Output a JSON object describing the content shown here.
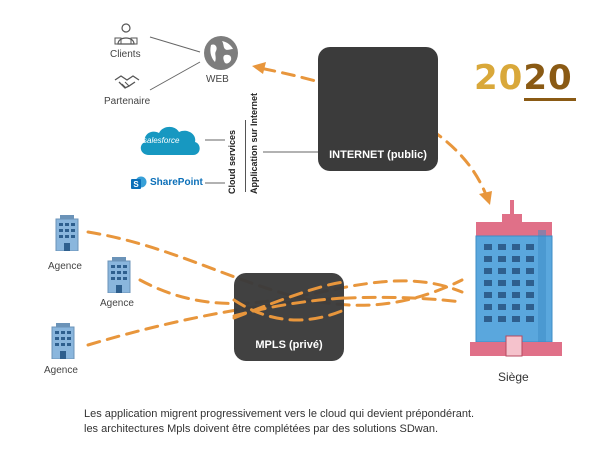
{
  "year": {
    "part1": "20",
    "part2": "20"
  },
  "labels": {
    "clients": "Clients",
    "partenaire": "Partenaire",
    "web": "WEB",
    "salesforce": "salesforce",
    "sharepoint": "SharePoint",
    "cloud_services": "Cloud services",
    "application_internet": "Application sur Internet",
    "internet": "INTERNET (public)",
    "mpls": "MPLS (privé)",
    "agence_1": "Agence",
    "agence_2": "Agence",
    "agence_3": "Agence",
    "siege": "Siège"
  },
  "caption": {
    "line1": "Les application migrent progressivement vers le cloud qui devient prépondérant.",
    "line2": "les architectures Mpls doivent être complétées par des solutions SDwan."
  },
  "colors": {
    "accent_dash": "#e8963c",
    "box": "#3b3b3b",
    "year_light": "#d9a83a",
    "year_dark": "#8a5a14",
    "salesforce": "#1798c1",
    "sharepoint": "#0b6fb8"
  }
}
